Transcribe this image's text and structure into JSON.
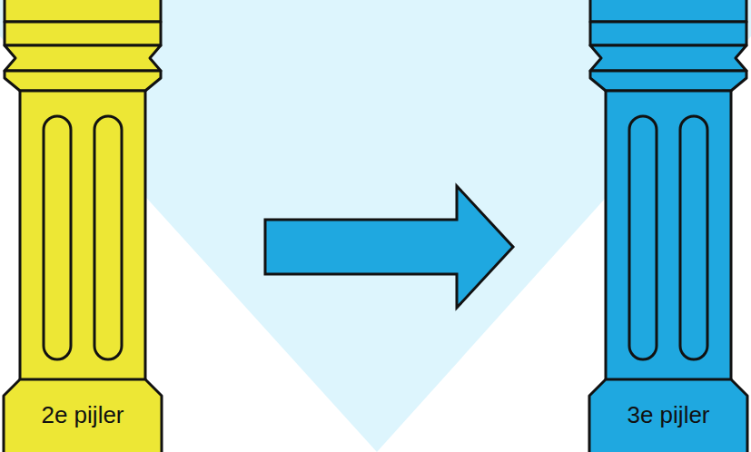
{
  "diagram": {
    "nodes": [
      {
        "text": [
          "2e pijler"
        ]
      },
      {
        "text": [
          "3e pijler"
        ]
      }
    ],
    "edges": [
      {
        "from": 0,
        "to": 1,
        "arrow": "to"
      }
    ]
  }
}
